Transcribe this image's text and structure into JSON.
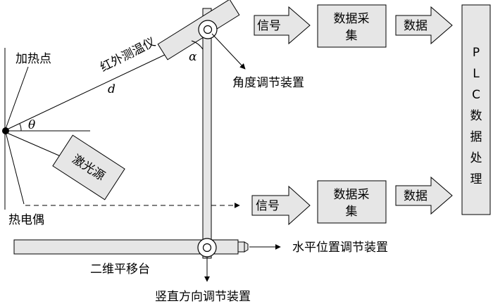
{
  "labels": {
    "heating_point": "加热点",
    "ir_thermometer": "红外测温仪",
    "distance": "d",
    "theta": "θ",
    "alpha": "α",
    "laser": "激光源",
    "thermocouple": "热电偶",
    "stage": "二维平移台",
    "angle_adjust": "角度调节装置",
    "horizontal_adjust": "水平位置调节装置",
    "vertical_adjust": "竖直方向调节装置"
  },
  "top_row": {
    "signal": "信号",
    "daq_line1": "数据采",
    "daq_line2": "集",
    "data": "数据"
  },
  "bottom_row": {
    "signal": "信号",
    "daq_line1": "数据采",
    "daq_line2": "集",
    "data": "数据"
  },
  "plc": {
    "chars": [
      "P",
      "L",
      "C",
      "数",
      "据",
      "处",
      "理"
    ]
  },
  "colors": {
    "fill": "#e6e6e6",
    "stroke": "#000000"
  }
}
